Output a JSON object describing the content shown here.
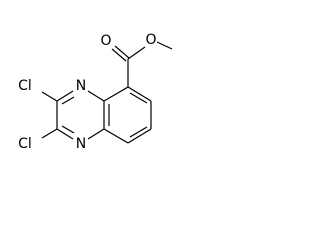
{
  "molecule": {
    "atoms": {
      "n1": "N",
      "n4": "N",
      "cl2": "Cl",
      "cl3": "Cl",
      "o_carbonyl": "O",
      "o_ester": "O"
    }
  }
}
